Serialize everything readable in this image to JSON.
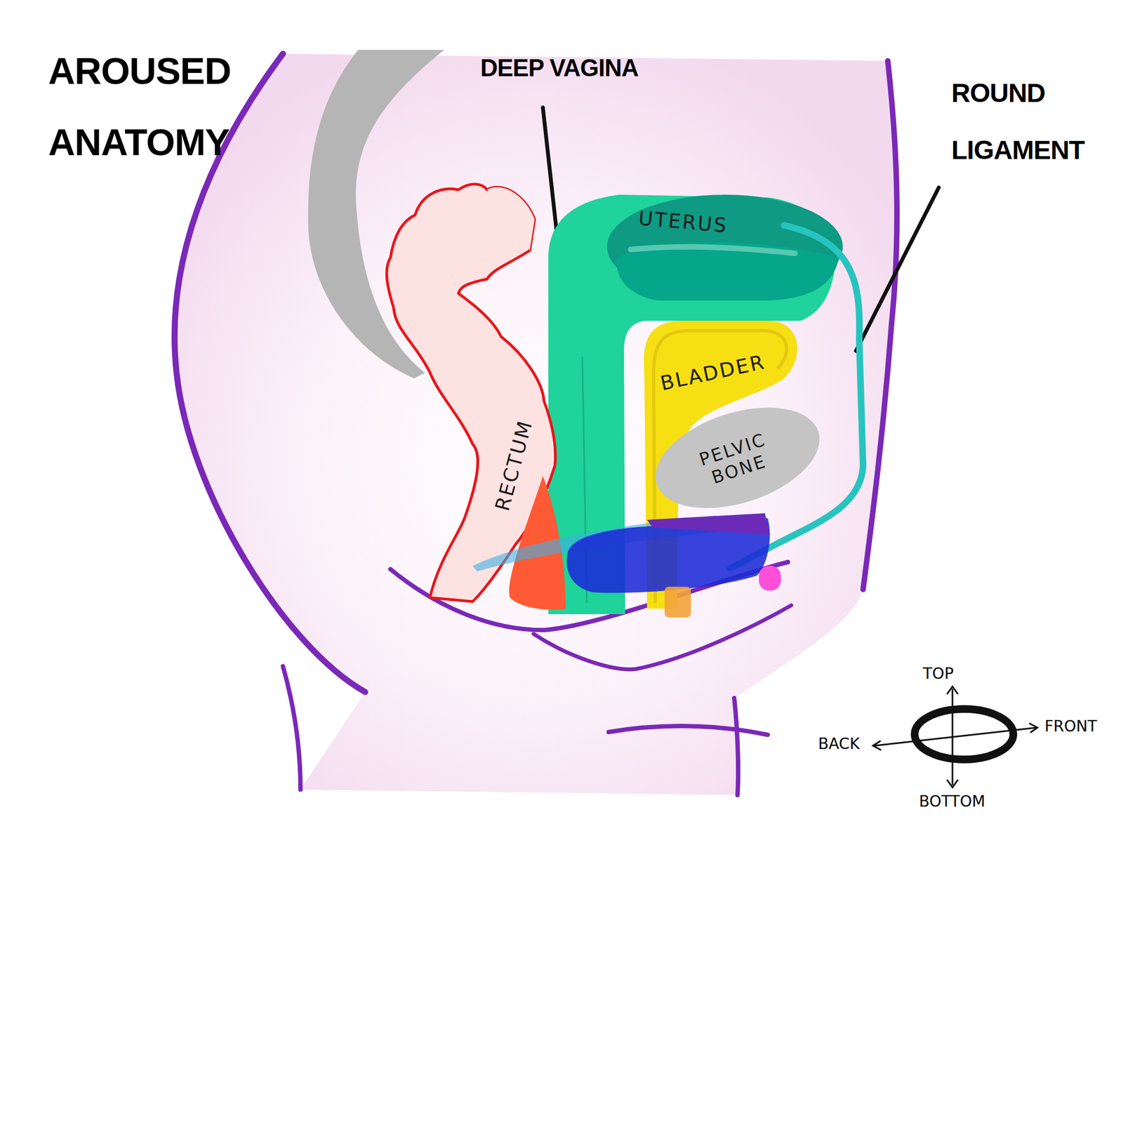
{
  "diagram": {
    "title": "AROUSED ANATOMY",
    "nodes": [
      {
        "text": [
          "UTERUS"
        ]
      },
      {
        "text": [
          "BLADDER"
        ]
      },
      {
        "text": [
          "PELVIC BONE"
        ]
      },
      {
        "text": [
          "RECTUM"
        ]
      }
    ],
    "labels": [
      "DEEP VAGINA",
      "ROUND LIGAMENT",
      "TOP",
      "BACK",
      "FRONT",
      "BOTTOM"
    ]
  }
}
